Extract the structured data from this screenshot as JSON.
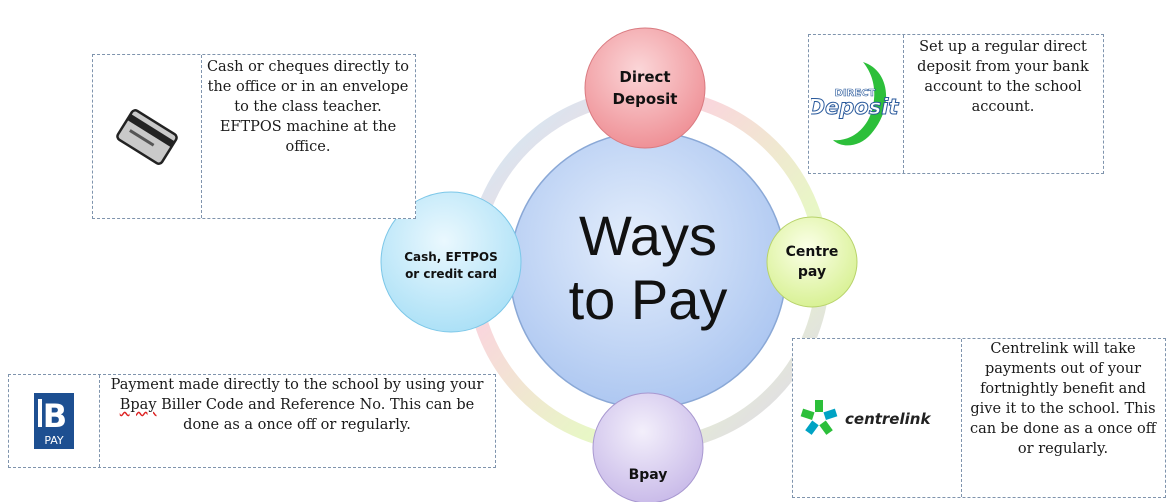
{
  "center": {
    "title_line1": "Ways",
    "title_line2": "to Pay"
  },
  "nodes": {
    "direct_deposit": "Direct Deposit",
    "centre_pay": "Centre pay",
    "bpay": "Bpay",
    "cash": "Cash, EFTPOS or credit card"
  },
  "boxes": {
    "cash": {
      "text": "Cash or cheques directly to the office or in an envelope to the class teacher. EFTPOS machine at the office.",
      "icon": "credit-card-icon"
    },
    "direct_deposit": {
      "text": "Set up a regular direct deposit from your bank account to the school account.",
      "icon": "direct-deposit-logo",
      "logo_small": "DIRECT",
      "logo_large": "Deposit"
    },
    "bpay": {
      "text_before": "Payment made directly to the school by using your ",
      "text_wavy": "Bpay",
      "text_after": " Biller Code and Reference No.  This can be done as a once off or regularly.",
      "icon": "bpay-logo",
      "logo_top": "B",
      "logo_bottom": "PAY"
    },
    "centrelink": {
      "text": "Centrelink will take payments out of your fortnightly benefit and give it to the school. This can be done as a once off or regularly.",
      "icon": "centrelink-logo",
      "logo_text": "centrelink"
    }
  },
  "colors": {
    "ring": "#c9dff0",
    "center_fill": "#bcd3f5",
    "direct_deposit_fill": "#f2a0a4",
    "centre_pay_fill": "#e6f7b8",
    "bpay_fill": "#dcd2f0",
    "cash_fill": "#c5ebfb",
    "box_border": "#7f94ad"
  }
}
